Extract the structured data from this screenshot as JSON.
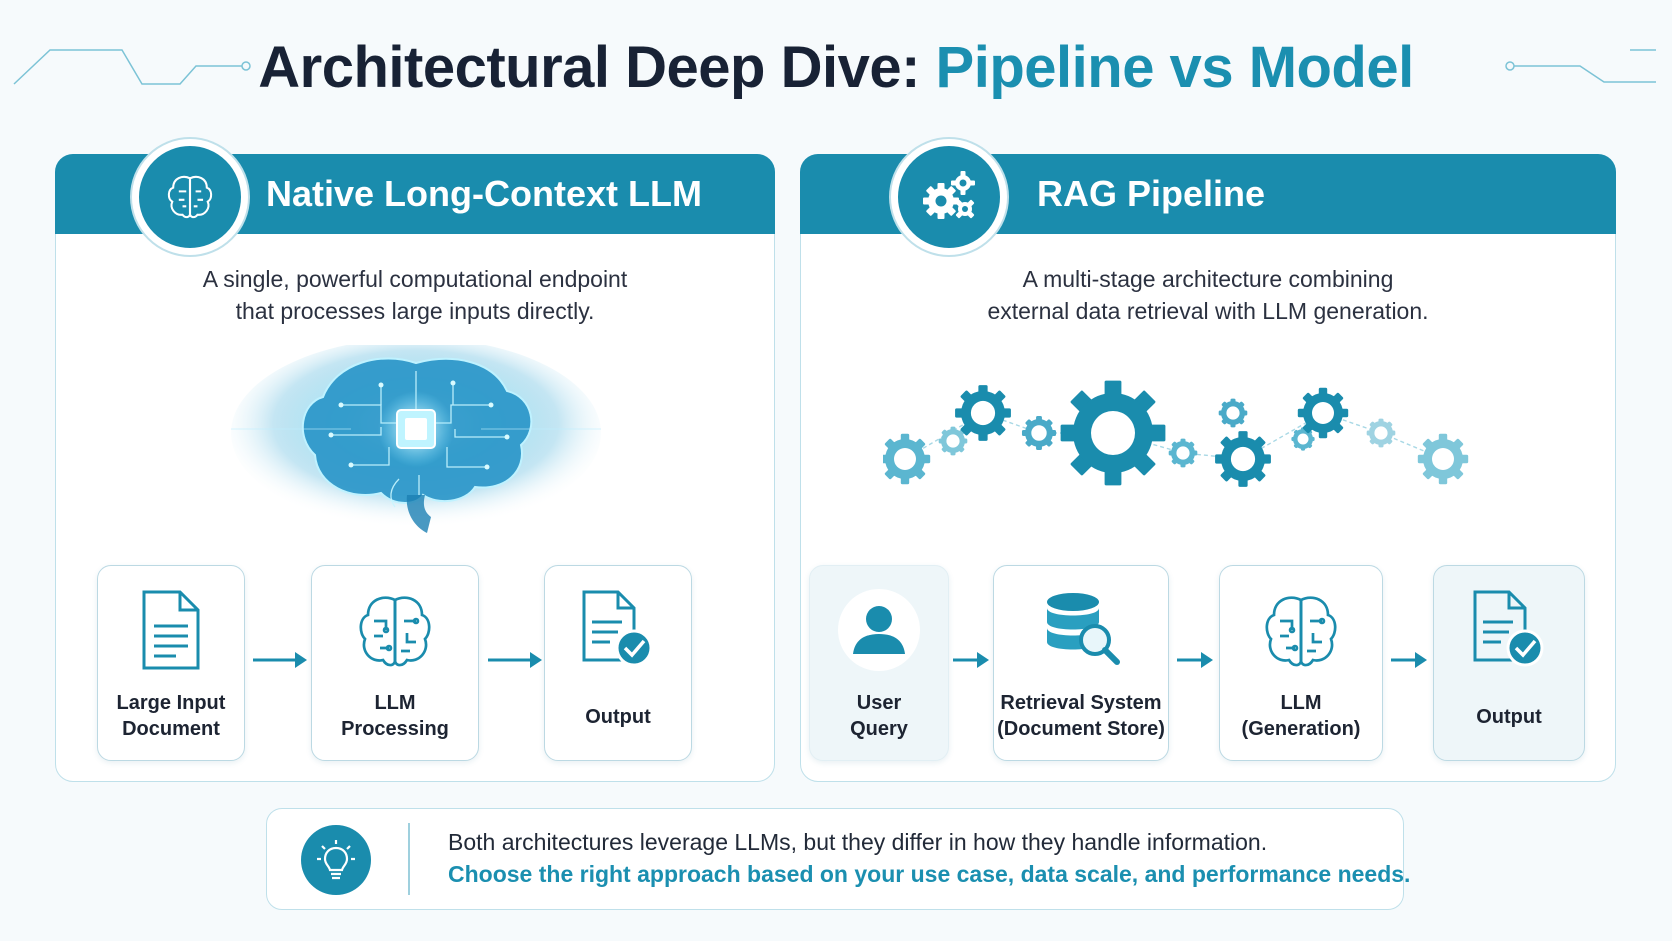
{
  "title": {
    "main": "Architectural Deep Dive: ",
    "accent": "Pipeline vs Model"
  },
  "colors": {
    "primary": "#1a8cad",
    "accent_text": "#1b8fb0",
    "dark_text": "#182235",
    "border": "#bfe0ea"
  },
  "left_panel": {
    "title": "Native Long-Context LLM",
    "icon": "brain-icon",
    "description": [
      "A single, powerful computational endpoint",
      "that processes large inputs directly."
    ],
    "illustration": "glowing-brain-chip",
    "steps": [
      {
        "label": [
          "Large Input",
          "Document"
        ],
        "icon": "document-icon"
      },
      {
        "label": [
          "LLM",
          "Processing"
        ],
        "icon": "brain-icon"
      },
      {
        "label": [
          "Output"
        ],
        "icon": "document-check-icon"
      }
    ]
  },
  "right_panel": {
    "title": "RAG Pipeline",
    "icon": "gears-icon",
    "description": [
      "A multi-stage architecture combining",
      "external data retrieval with LLM generation."
    ],
    "illustration": "gear-chain",
    "steps": [
      {
        "label": [
          "User",
          "Query"
        ],
        "icon": "user-icon"
      },
      {
        "label": [
          "Retrieval System",
          "(Document Store)"
        ],
        "icon": "database-search-icon"
      },
      {
        "label": [
          "LLM",
          "(Generation)"
        ],
        "icon": "brain-icon"
      },
      {
        "label": [
          "Output"
        ],
        "icon": "document-check-icon"
      }
    ]
  },
  "footer": {
    "icon": "lightbulb-icon",
    "line1": "Both architectures leverage LLMs, but they differ in how they handle information.",
    "line2": "Choose the right approach based on your use case, data scale, and performance needs."
  }
}
